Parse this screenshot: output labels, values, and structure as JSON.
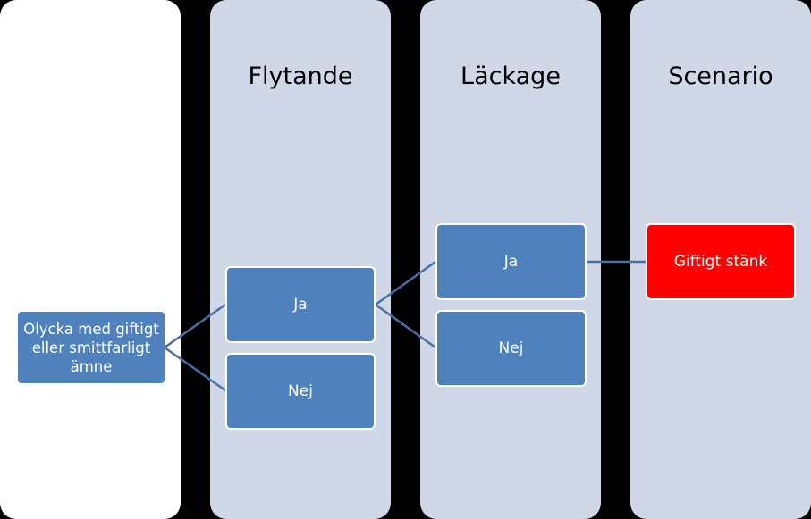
{
  "lanes": [
    {
      "title": ""
    },
    {
      "title": "Flytande"
    },
    {
      "title": "Läckage"
    },
    {
      "title": "Scenario"
    }
  ],
  "nodes": {
    "start": {
      "label": "Olycka med giftigt eller smittfarligt ämne"
    },
    "flytande_ja": {
      "label": "Ja"
    },
    "flytande_nej": {
      "label": "Nej"
    },
    "lackage_ja": {
      "label": "Ja"
    },
    "lackage_nej": {
      "label": "Nej"
    },
    "scenario_result": {
      "label": "Giftigt stänk"
    }
  },
  "edges": [
    {
      "from": "start",
      "to": "flytande_ja"
    },
    {
      "from": "start",
      "to": "flytande_nej"
    },
    {
      "from": "flytande_ja",
      "to": "lackage_ja"
    },
    {
      "from": "flytande_ja",
      "to": "lackage_nej"
    },
    {
      "from": "lackage_ja",
      "to": "scenario_result"
    }
  ],
  "colors": {
    "background": "#000000",
    "lane_start": "#ffffff",
    "lane": "#d0d8e8",
    "node": "#4f81bd",
    "result": "#ff0000",
    "connector": "#4a6fa5"
  }
}
